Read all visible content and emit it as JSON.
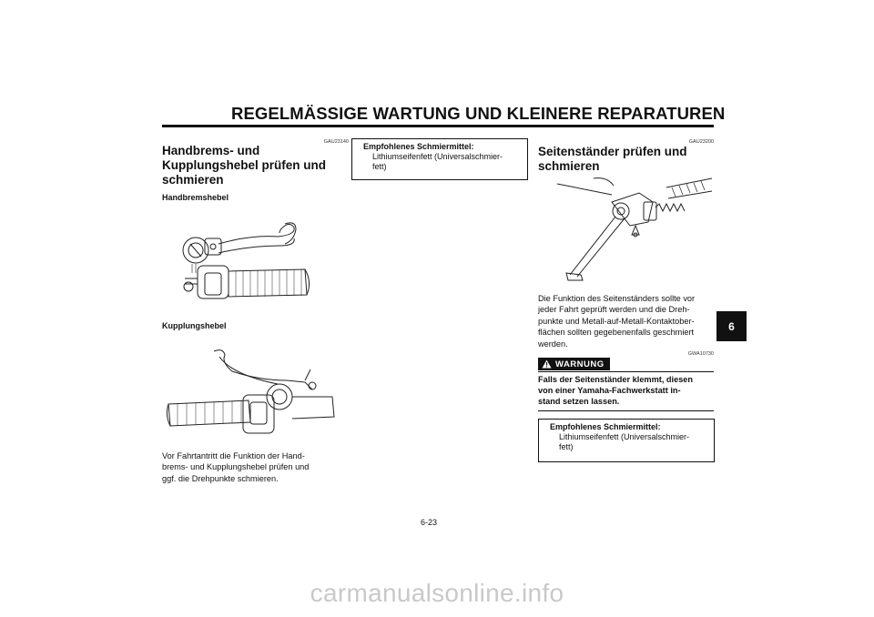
{
  "header": {
    "title": "REGELMÄSSIGE WARTUNG UND KLEINERE REPARATUREN"
  },
  "chapter_tab": "6",
  "page_number": "6-23",
  "left_column": {
    "code": "GAU23140",
    "title_line1": "Handbrems- und",
    "title_line2": "Kupplungshebel prüfen und",
    "title_line3": "schmieren",
    "figure1_caption": "Handbremshebel",
    "figure2_caption": "Kupplungshebel",
    "body_line1": "Vor Fahrtantritt die Funktion der Hand-",
    "body_line2": "brems- und Kupplungshebel prüfen und",
    "body_line3": "ggf. die Drehpunkte schmieren."
  },
  "middle_column": {
    "lube_box": {
      "title": "Empfohlenes Schmiermittel:",
      "value_line1": "Lithiumseifenfett (Universalschmier-",
      "value_line2": "fett)"
    }
  },
  "right_column": {
    "code": "GAU23200",
    "title_line1": "Seitenständer prüfen und",
    "title_line2": "schmieren",
    "body_line1": "Die Funktion des Seitenständers sollte vor",
    "body_line2": "jeder Fahrt geprüft werden und die Dreh-",
    "body_line3": "punkte und Metall-auf-Metall-Kontaktober-",
    "body_line4": "flächen sollten gegebenenfalls geschmiert",
    "body_line5": "werden.",
    "warning_code": "GWA10730",
    "warning_label": "WARNUNG",
    "warning_line1": "Falls der Seitenständer klemmt, diesen",
    "warning_line2": "von einer Yamaha-Fachwerkstatt in-",
    "warning_line3": "stand setzen lassen.",
    "lube_box": {
      "title": "Empfohlenes Schmiermittel:",
      "value_line1": "Lithiumseifenfett (Universalschmier-",
      "value_line2": "fett)"
    }
  },
  "watermark": "carmanualsonline.info"
}
